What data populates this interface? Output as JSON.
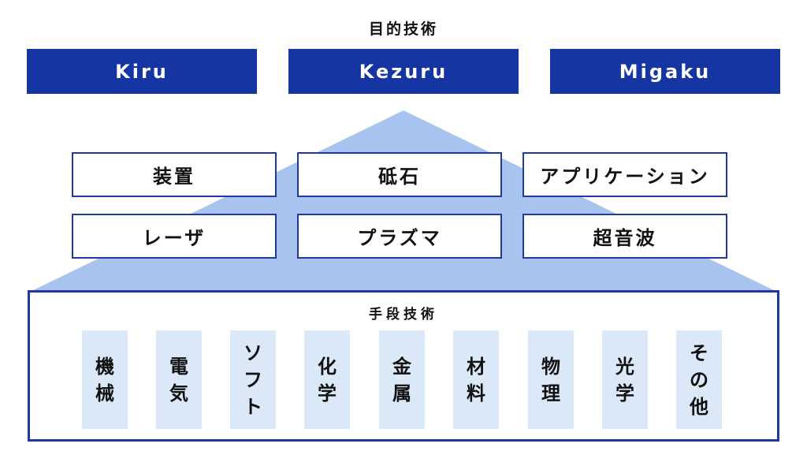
{
  "goal": {
    "heading": "目的技術",
    "items": [
      "Kiru",
      "Kezuru",
      "Migaku"
    ]
  },
  "middle": {
    "items": [
      "装置",
      "砥石",
      "アプリケーション",
      "レーザ",
      "プラズマ",
      "超音波"
    ]
  },
  "means": {
    "heading": "手段技術",
    "items": [
      [
        "機",
        "械"
      ],
      [
        "電",
        "気"
      ],
      [
        "ソ",
        "フ",
        "ト"
      ],
      [
        "化",
        "学"
      ],
      [
        "金",
        "属"
      ],
      [
        "材",
        "料"
      ],
      [
        "物",
        "理"
      ],
      [
        "光",
        "学"
      ],
      [
        "そ",
        "の",
        "他"
      ]
    ]
  },
  "colors": {
    "navy": "#1535a3",
    "outline": "#1f3a9c",
    "triangle": "#a8c4ee",
    "column": "#dbe8f8"
  }
}
